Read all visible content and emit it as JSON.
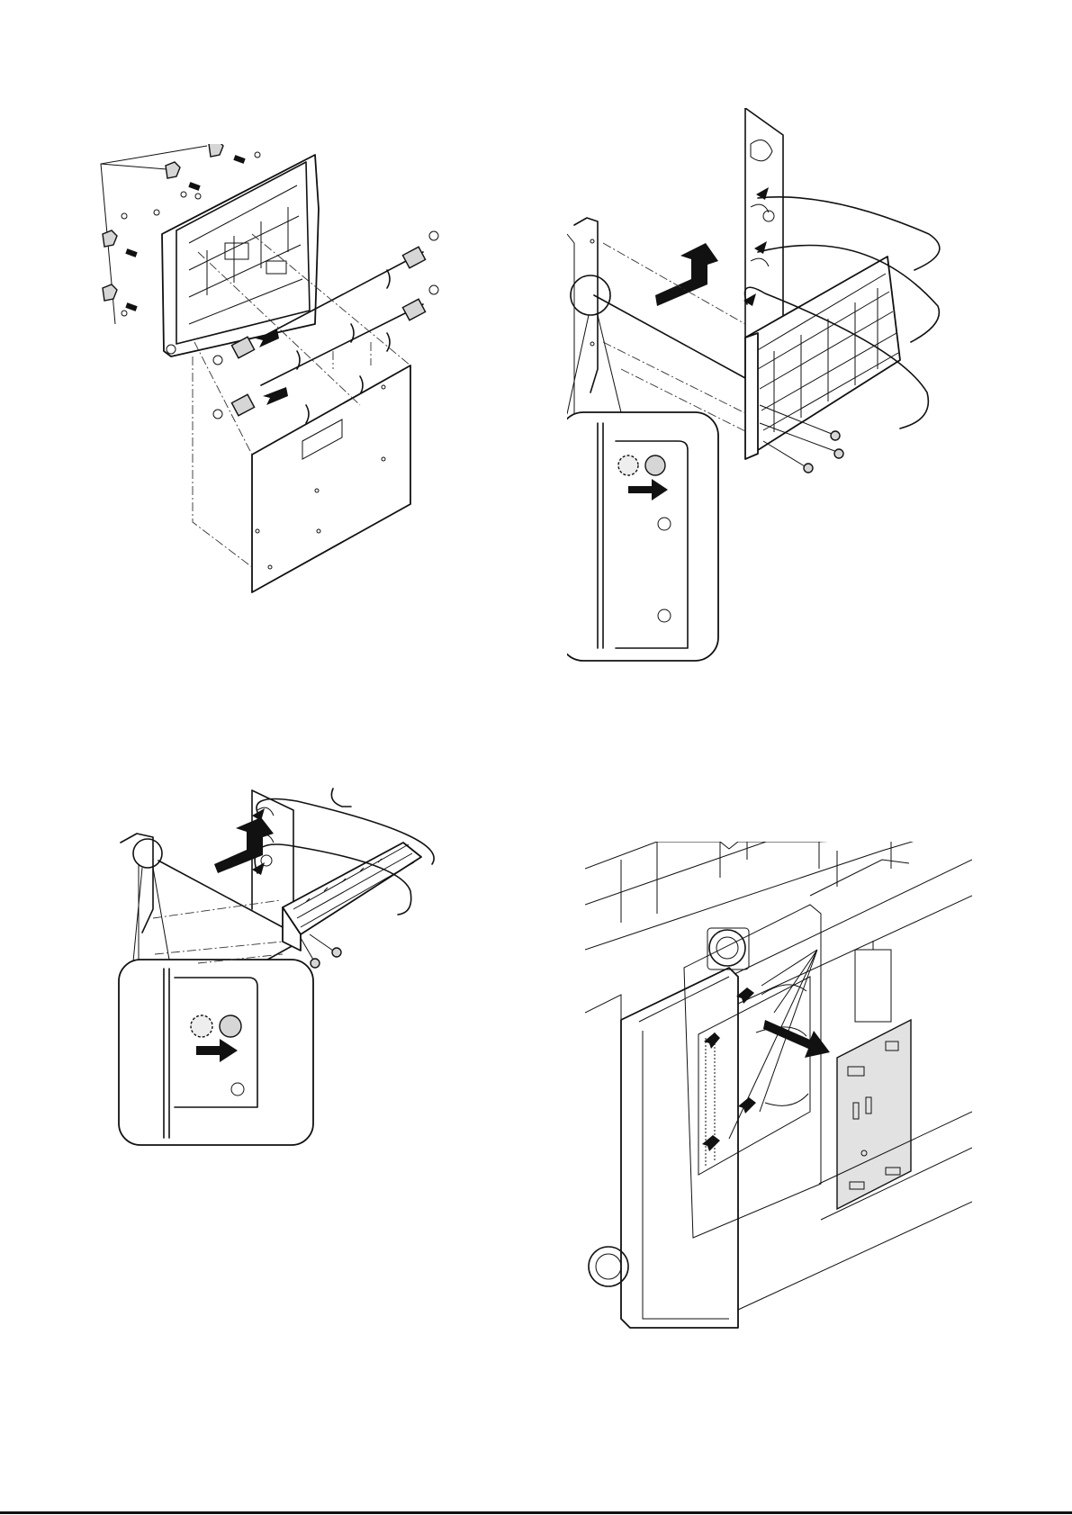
{
  "figures": [
    {
      "id": "fig-1",
      "subject": "paper-transport-frame-removal"
    },
    {
      "id": "fig-2",
      "subject": "transport-unit-detachment-with-detail"
    },
    {
      "id": "fig-3",
      "subject": "guide-unit-detachment-with-detail"
    },
    {
      "id": "fig-4",
      "subject": "control-pwb-removal"
    }
  ],
  "colors": {
    "line": "#111111",
    "shade": "#d6d6d6",
    "background": "#ffffff"
  }
}
